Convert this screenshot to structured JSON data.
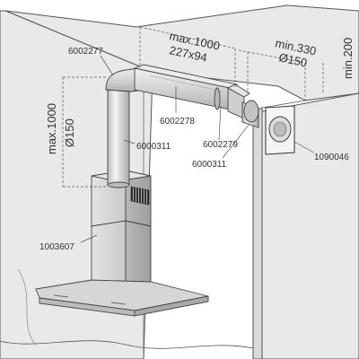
{
  "dimensions": {
    "duct_max_length": "max.1000",
    "duct_section": "227x94",
    "wall_min_distance": "min.330",
    "outlet_diameter": "Ø150",
    "ceiling_min_gap": "min.200",
    "chimney_max_height": "max.1000",
    "chimney_diameter": "Ø150"
  },
  "parts": {
    "top_elbow": "6002277",
    "flat_duct": "6002278",
    "round_pipe": "6000311",
    "adapter": "6002279",
    "outlet_pipe": "6000311",
    "wall_grille": "1090046",
    "hood": "1003607"
  },
  "colors": {
    "wall": "#e9e9e9",
    "duct": "#d6d6d6",
    "hood": "#d2d2d2",
    "text": "#333333"
  }
}
